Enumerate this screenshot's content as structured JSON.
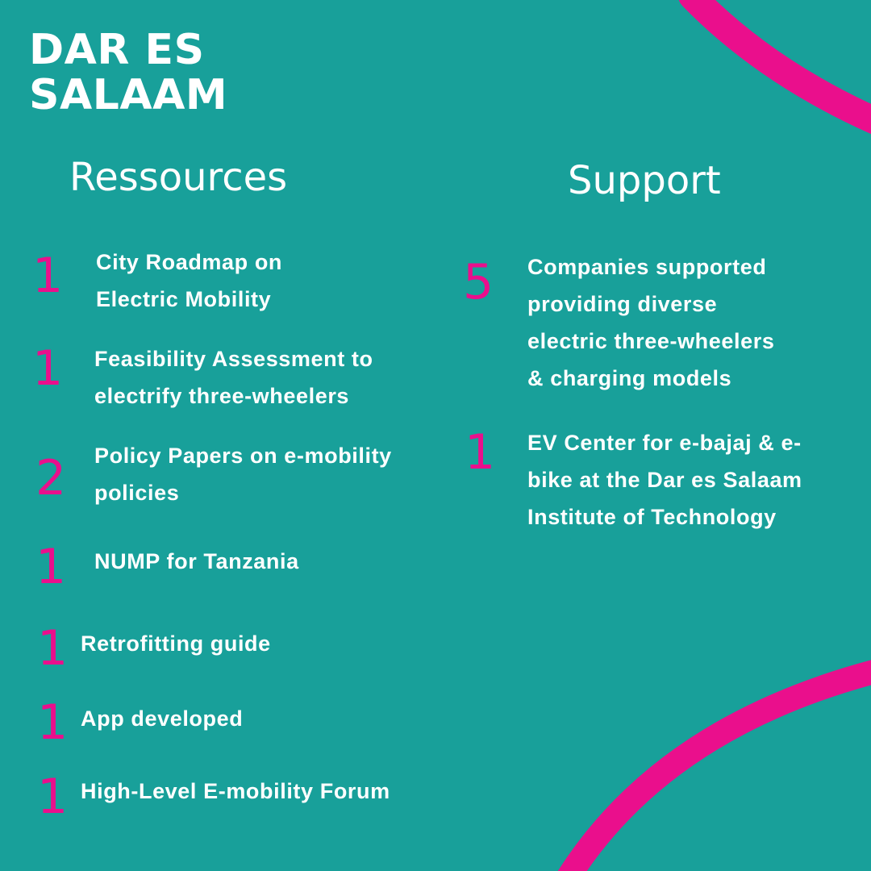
{
  "colors": {
    "background": "#18a09a",
    "accent": "#ea0f8c",
    "text": "#ffffff"
  },
  "title": {
    "line1": "DAR ES",
    "line2": "SALAAM"
  },
  "resources": {
    "heading": "Ressources",
    "items": [
      {
        "count": "1",
        "lines": [
          "City Roadmap on",
          "Electric Mobility"
        ]
      },
      {
        "count": "1",
        "lines": [
          "Feasibility Assessment to",
          "electrify three-wheelers"
        ]
      },
      {
        "count": "2",
        "lines": [
          "Policy Papers on e-mobility",
          "policies"
        ]
      },
      {
        "count": "1",
        "lines": [
          "NUMP for Tanzania"
        ]
      },
      {
        "count": "1",
        "lines": [
          "Retrofitting guide"
        ]
      },
      {
        "count": "1",
        "lines": [
          "App developed"
        ]
      },
      {
        "count": "1",
        "lines": [
          "High-Level E-mobility Forum"
        ]
      }
    ]
  },
  "support": {
    "heading": "Support",
    "items": [
      {
        "count": "5",
        "lines": [
          "Companies supported",
          "providing diverse",
          "electric three-wheelers",
          "& charging models"
        ]
      },
      {
        "count": "1",
        "lines": [
          "EV Center for e-bajaj & e-",
          "bike at the Dar es Salaam",
          "Institute of Technology"
        ]
      }
    ]
  }
}
